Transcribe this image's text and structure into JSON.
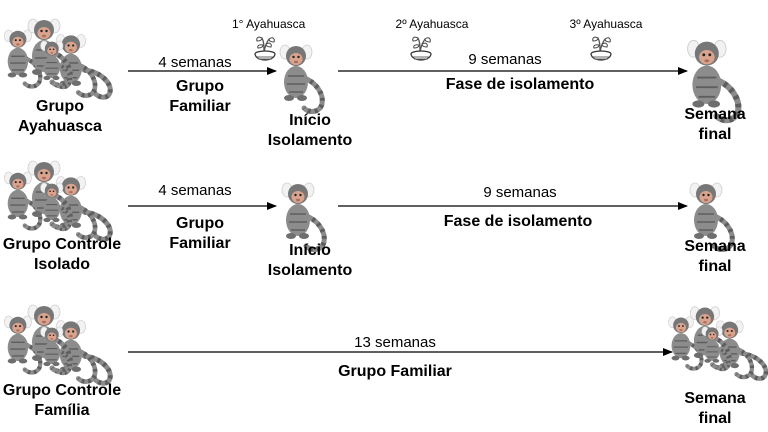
{
  "rows": [
    {
      "group_label": [
        "Grupo",
        "Ayahuasca"
      ],
      "segment1": {
        "duration": "4 semanas",
        "phase": [
          "Grupo",
          "Familiar"
        ]
      },
      "milestone": [
        "Início",
        "Isolamento"
      ],
      "segment2": {
        "duration": "9 semanas",
        "phase": "Fase de isolamento"
      },
      "doses": [
        "1° Ayahuasca",
        "2º Ayahuasca",
        "3º Ayahuasca"
      ],
      "end_label": [
        "Semana",
        "final"
      ]
    },
    {
      "group_label": [
        "Grupo Controle",
        "Isolado"
      ],
      "segment1": {
        "duration": "4 semanas",
        "phase": [
          "Grupo",
          "Familiar"
        ]
      },
      "milestone": [
        "Início",
        "Isolamento"
      ],
      "segment2": {
        "duration": "9 semanas",
        "phase": "Fase de isolamento"
      },
      "end_label": [
        "Semana",
        "final"
      ]
    },
    {
      "group_label": [
        "Grupo Controle",
        "Família"
      ],
      "segment1": {
        "duration": "13 semanas",
        "phase": "Grupo Familiar"
      },
      "end_label": [
        "Semana",
        "final"
      ]
    }
  ],
  "icons": {
    "group": "marmoset-family-icon",
    "single": "marmoset-icon",
    "dose": "ayahuasca-plant-bowl-icon"
  },
  "colors": {
    "fur_gray": "#8c8c8c",
    "fur_dark": "#5e5e5e",
    "face": "#d9a38e",
    "ear_tuft": "#f2f2f2",
    "arrow": "#000000"
  }
}
